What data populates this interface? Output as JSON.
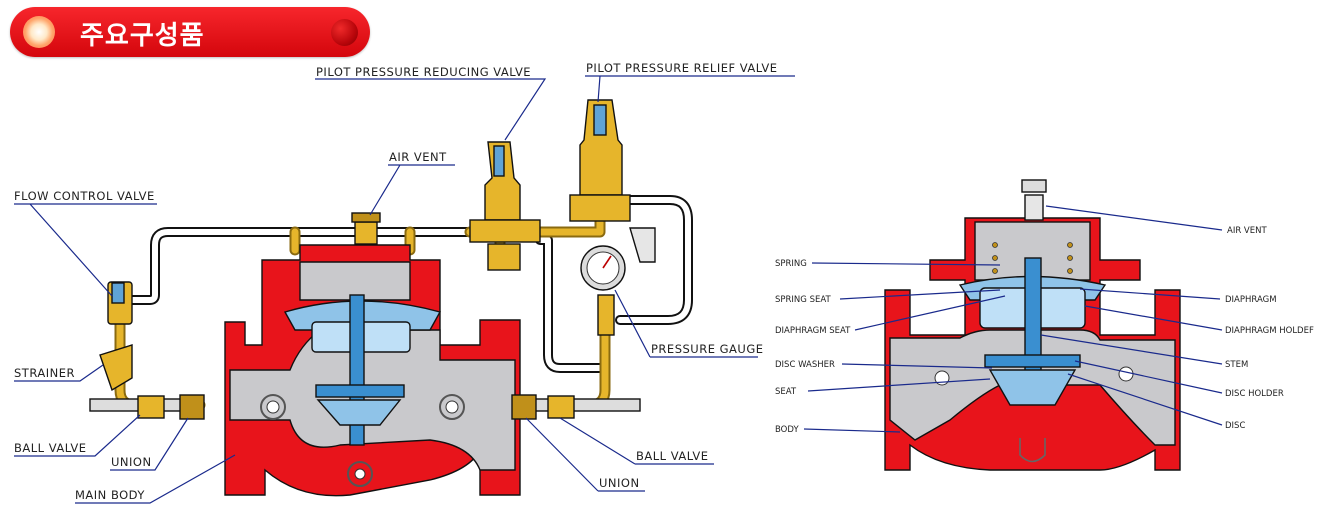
{
  "title": "주요구성품",
  "left_labels": {
    "pilot_pressure_reducing_valve": "PILOT PRESSURE REDUCING VALVE",
    "pilot_pressure_relief_valve": "PILOT PRESSURE RELIEF VALVE",
    "air_vent": "AIR VENT",
    "flow_control_valve": "FLOW CONTROL VALVE",
    "pressure_gauge": "PRESSURE GAUGE",
    "strainer": "STRAINER",
    "ball_valve_left": "BALL VALVE",
    "union_left": "UNION",
    "main_body": "MAIN BODY",
    "ball_valve_right": "BALL VALVE",
    "union_right": "UNION"
  },
  "right_labels": {
    "air_vent": "AIR VENT",
    "spring": "SPRING",
    "spring_seat": "SPRING SEAT",
    "diaphragm_seat": "DIAPHRAGM SEAT",
    "disc_washer": "DISC WASHER",
    "seat": "SEAT",
    "body": "BODY",
    "diaphragm": "DIAPHRAGM",
    "diaphragm_holder": "DIAPHRAGM HOLDEF",
    "stem": "STEM",
    "disc_holder": "DISC HOLDER",
    "disc": "DISC"
  },
  "colors": {
    "body_red": "#e8141b",
    "interior_gray": "#c9c9cc",
    "brass": "#d9a520",
    "blue": "#5fa3d6",
    "leader": "#1a2a8c"
  }
}
